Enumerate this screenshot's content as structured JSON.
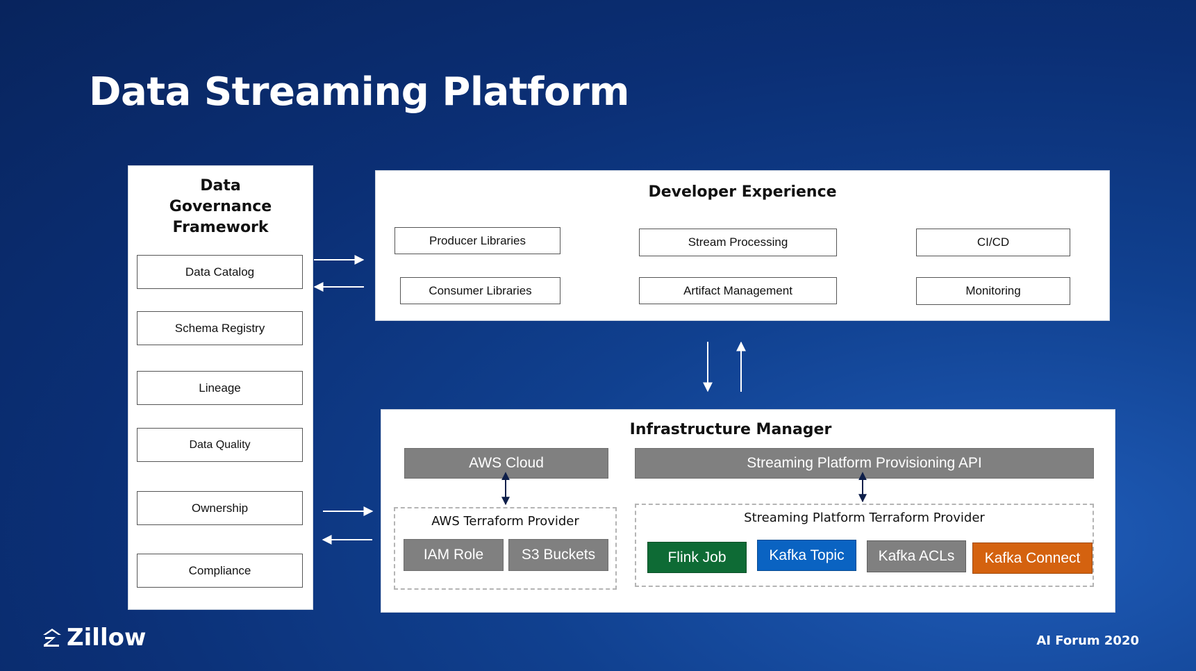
{
  "title": "Data Streaming Platform",
  "governance": {
    "title": "Data Governance Framework",
    "items": [
      "Data Catalog",
      "Schema Registry",
      "Lineage",
      "Data Quality",
      "Ownership",
      "Compliance"
    ]
  },
  "developer": {
    "title": "Developer Experience",
    "items": [
      "Producer Libraries",
      "Stream Processing",
      "CI/CD",
      "Consumer Libraries",
      "Artifact Management",
      "Monitoring"
    ]
  },
  "infrastructure": {
    "title": "Infrastructure Manager",
    "aws_cloud": "AWS Cloud",
    "provisioning_api": "Streaming Platform Provisioning API",
    "aws_provider": {
      "label": "AWS Terraform Provider",
      "items": [
        "IAM Role",
        "S3 Buckets"
      ]
    },
    "sp_provider": {
      "label": "Streaming Platform Terraform Provider",
      "items": [
        {
          "label": "Flink Job",
          "color": "#0e6b35"
        },
        {
          "label": "Kafka Topic",
          "color": "#0a63c2"
        },
        {
          "label": "Kafka ACLs",
          "color": "#808080"
        },
        {
          "label": "Kafka Connect",
          "color": "#d4620f"
        }
      ]
    }
  },
  "footer": {
    "brand": "Zillow",
    "event": "AI Forum 2020"
  },
  "colors": {
    "background": "#0b2f75",
    "arrow_light": "#ffffff",
    "arrow_dark": "#0e1f4a"
  }
}
